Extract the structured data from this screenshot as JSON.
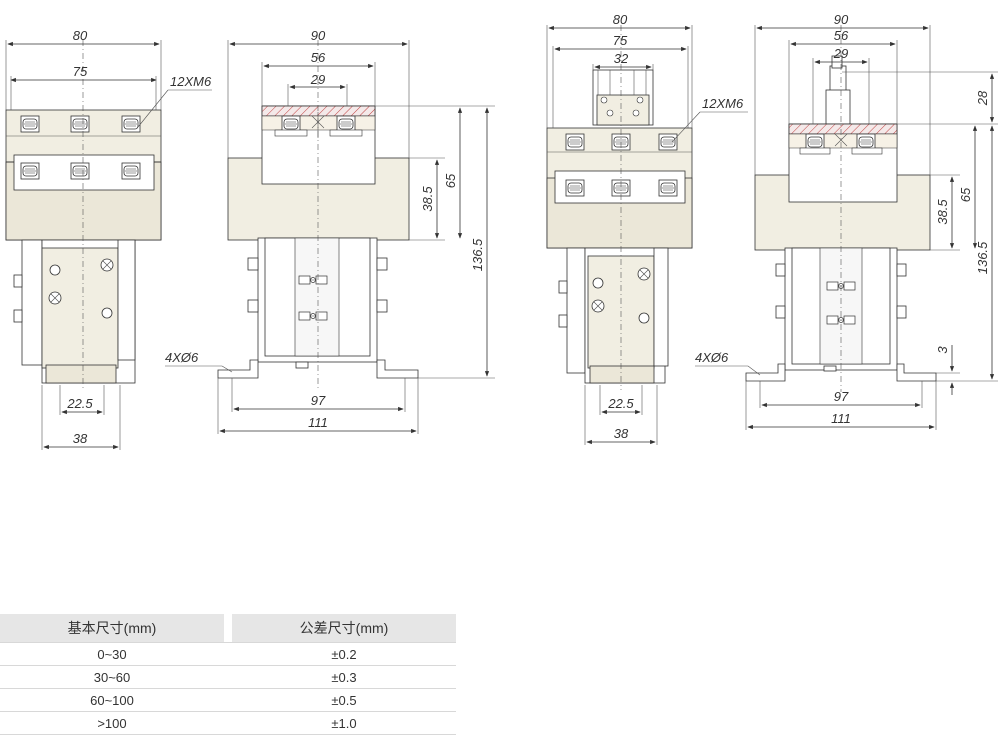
{
  "drawing": {
    "views": [
      {
        "name": "front-view-a",
        "dims": {
          "width_total": "80",
          "width_inner": "75",
          "screw": "12XM6",
          "base_inner": "22.5",
          "base_outer": "38"
        }
      },
      {
        "name": "side-view-a",
        "dims": {
          "top_outer": "90",
          "top_mid": "56",
          "top_inner": "29",
          "h_small": "38.5",
          "h_mid": "65",
          "h_total": "136.5",
          "holes": "4XØ6",
          "base_inner": "97",
          "base_outer": "111"
        }
      },
      {
        "name": "front-view-b",
        "dims": {
          "width_total": "80",
          "width_inner": "75",
          "aux_width": "32",
          "screw": "12XM6",
          "base_inner": "22.5",
          "base_outer": "38"
        }
      },
      {
        "name": "side-view-b",
        "dims": {
          "top_outer": "90",
          "top_mid": "56",
          "top_inner": "29",
          "aux_height": "28",
          "h_small": "38.5",
          "h_mid": "65",
          "h_total": "136.5",
          "gap": "3",
          "holes": "4XØ6",
          "base_inner": "97",
          "base_outer": "111"
        }
      }
    ]
  },
  "tolerance_table": {
    "headers": [
      "基本尺寸(mm)",
      "公差尺寸(mm)"
    ],
    "rows": [
      {
        "basic": "0~30",
        "tol": "±0.2"
      },
      {
        "basic": "30~60",
        "tol": "±0.3"
      },
      {
        "basic": "60~100",
        "tol": "±0.5"
      },
      {
        "basic": ">100",
        "tol": "±1.0"
      }
    ]
  }
}
